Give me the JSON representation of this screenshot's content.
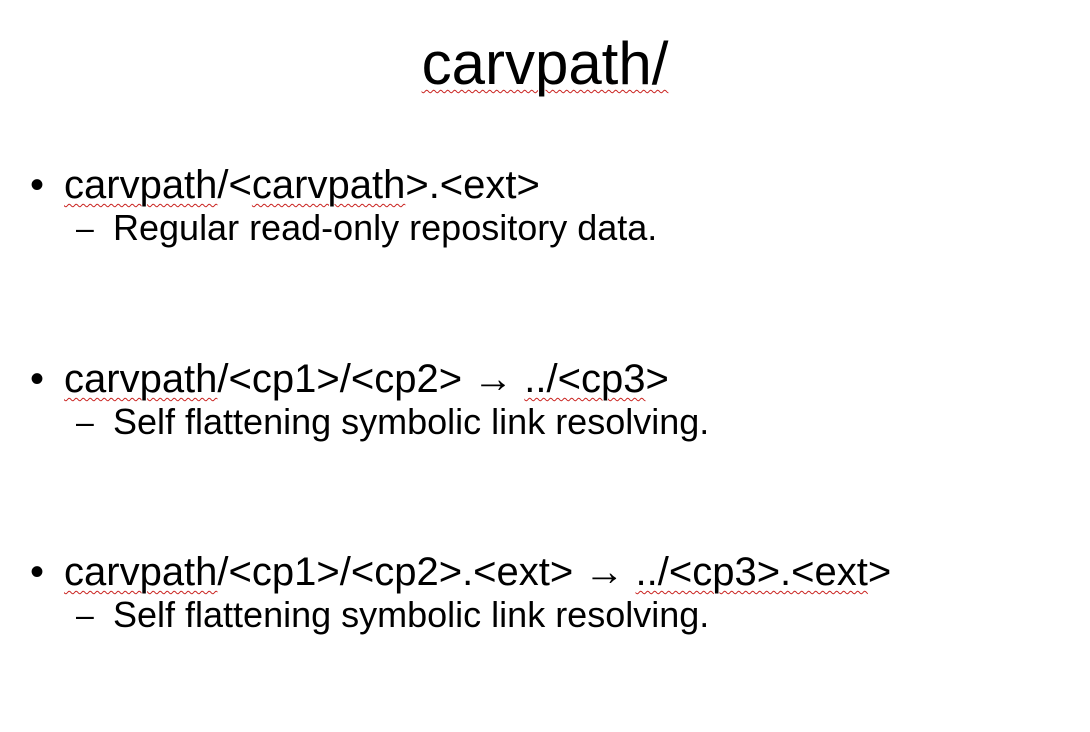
{
  "slide": {
    "title": "carvpath/",
    "bullets": [
      {
        "marker": "•",
        "parts": [
          {
            "text": "carvpath",
            "flagged": true
          },
          {
            "text": "/<",
            "flagged": false
          },
          {
            "text": "carvpath",
            "flagged": true
          },
          {
            "text": ">.<ext>",
            "flagged": false
          }
        ],
        "sub_marker": "–",
        "sub": "Regular read-only repository data."
      },
      {
        "marker": "•",
        "parts": [
          {
            "text": "carvpath",
            "flagged": true
          },
          {
            "text": "/<cp1>/<cp2> → ",
            "flagged": false
          },
          {
            "text": "../<cp3",
            "flagged": true
          },
          {
            "text": ">",
            "flagged": false
          }
        ],
        "sub_marker": "–",
        "sub": "Self flattening symbolic link resolving."
      },
      {
        "marker": "•",
        "parts": [
          {
            "text": "carvpath",
            "flagged": true
          },
          {
            "text": "/<cp1>/<cp2>.<ext> → ",
            "flagged": false
          },
          {
            "text": "../<cp3>.<ext",
            "flagged": true
          },
          {
            "text": ">",
            "flagged": false
          }
        ],
        "sub_marker": "–",
        "sub": "Self flattening symbolic link resolving."
      }
    ]
  }
}
